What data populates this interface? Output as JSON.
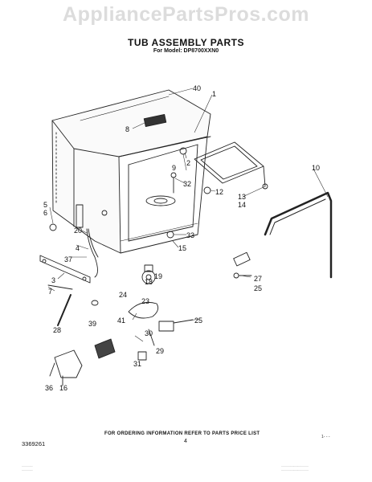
{
  "watermark": "AppliancePartsPros.com",
  "title": "TUB ASSEMBLY PARTS",
  "subtitle": "For Model: DP8700XXN0",
  "callouts": [
    "40",
    "1",
    "8",
    "9",
    "2",
    "32",
    "12",
    "13",
    "14",
    "10",
    "5",
    "6",
    "20",
    "4",
    "3",
    "7",
    "37",
    "33",
    "15",
    "18",
    "19",
    "24",
    "23",
    "41",
    "30",
    "29",
    "25",
    "25",
    "27",
    "28",
    "39",
    "31",
    "36",
    "16"
  ],
  "footer": {
    "ordering_note": "FOR ORDERING INFORMATION REFER TO PARTS PRICE LIST",
    "doc_number": "3369261",
    "page_number": "4",
    "mark": "1- - -"
  },
  "fine_print": {
    "left_line1": "..............",
    "left_line2": "..............",
    "right_line1": "...................................",
    "right_line2": "..................................."
  }
}
